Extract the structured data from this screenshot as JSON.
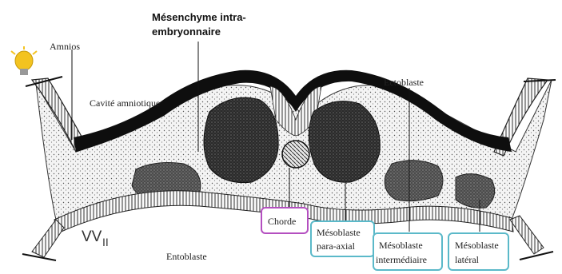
{
  "labels": {
    "mesenchyme_line1": "Mésenchyme intra-",
    "mesenchyme_line2": "embryonnaire",
    "amnios": "Amnios",
    "cavite": "Cavité amniotique",
    "ectoblaste": "Ectoblaste",
    "chorde": "Chorde",
    "para_axial_line1": "Mésoblaste",
    "para_axial_line2": "para-axial",
    "intermediaire_line1": "Mésoblaste",
    "intermediaire_line2": "intermédiaire",
    "lateral_line1": "Mésoblaste",
    "lateral_line2": "latéral",
    "entoblaste": "Entoblaste",
    "figure_code": "VV",
    "figure_code_sub": "II"
  },
  "colors": {
    "chorde_box": "#b44fc0",
    "mesoblast_box": "#5bb9c9",
    "ink": "#111111",
    "bulb": "#f3c320"
  }
}
